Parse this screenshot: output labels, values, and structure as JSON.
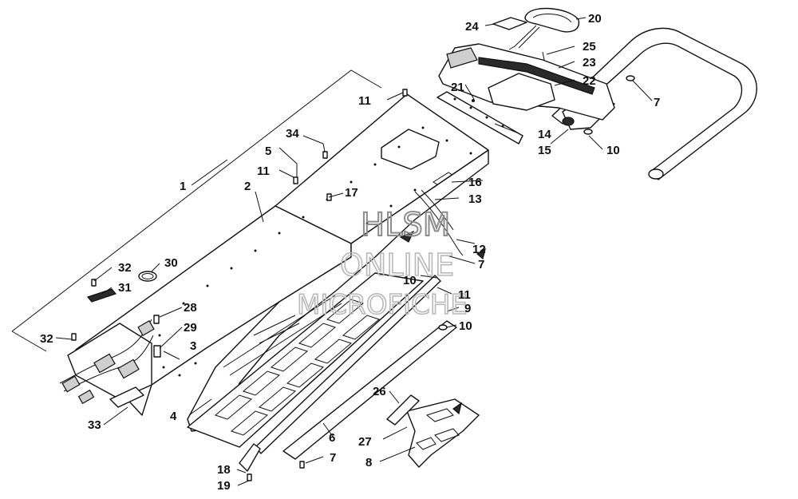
{
  "watermark": {
    "line1": "HLSM",
    "line2": "ONLINE",
    "line3": "MICROFICHE"
  },
  "callouts": [
    {
      "id": "c1",
      "label": "1"
    },
    {
      "id": "c2",
      "label": "2"
    },
    {
      "id": "c3",
      "label": "3"
    },
    {
      "id": "c4",
      "label": "4"
    },
    {
      "id": "c5",
      "label": "5"
    },
    {
      "id": "c6",
      "label": "6"
    },
    {
      "id": "c7a",
      "label": "7"
    },
    {
      "id": "c7b",
      "label": "7"
    },
    {
      "id": "c7c",
      "label": "7"
    },
    {
      "id": "c8",
      "label": "8"
    },
    {
      "id": "c9",
      "label": "9"
    },
    {
      "id": "c10a",
      "label": "10"
    },
    {
      "id": "c10b",
      "label": "10"
    },
    {
      "id": "c10c",
      "label": "10"
    },
    {
      "id": "c11a",
      "label": "11"
    },
    {
      "id": "c11b",
      "label": "11"
    },
    {
      "id": "c11c",
      "label": "11"
    },
    {
      "id": "c12",
      "label": "12"
    },
    {
      "id": "c13",
      "label": "13"
    },
    {
      "id": "c14",
      "label": "14"
    },
    {
      "id": "c15",
      "label": "15"
    },
    {
      "id": "c16",
      "label": "16"
    },
    {
      "id": "c17",
      "label": "17"
    },
    {
      "id": "c18",
      "label": "18"
    },
    {
      "id": "c19",
      "label": "19"
    },
    {
      "id": "c20",
      "label": "20"
    },
    {
      "id": "c21",
      "label": "21"
    },
    {
      "id": "c22",
      "label": "22"
    },
    {
      "id": "c23",
      "label": "23"
    },
    {
      "id": "c24",
      "label": "24"
    },
    {
      "id": "c25",
      "label": "25"
    },
    {
      "id": "c26",
      "label": "26"
    },
    {
      "id": "c27",
      "label": "27"
    },
    {
      "id": "c28",
      "label": "28"
    },
    {
      "id": "c29",
      "label": "29"
    },
    {
      "id": "c30",
      "label": "30"
    },
    {
      "id": "c31",
      "label": "31"
    },
    {
      "id": "c32a",
      "label": "32"
    },
    {
      "id": "c32b",
      "label": "32"
    },
    {
      "id": "c33",
      "label": "33"
    },
    {
      "id": "c34",
      "label": "34"
    }
  ]
}
